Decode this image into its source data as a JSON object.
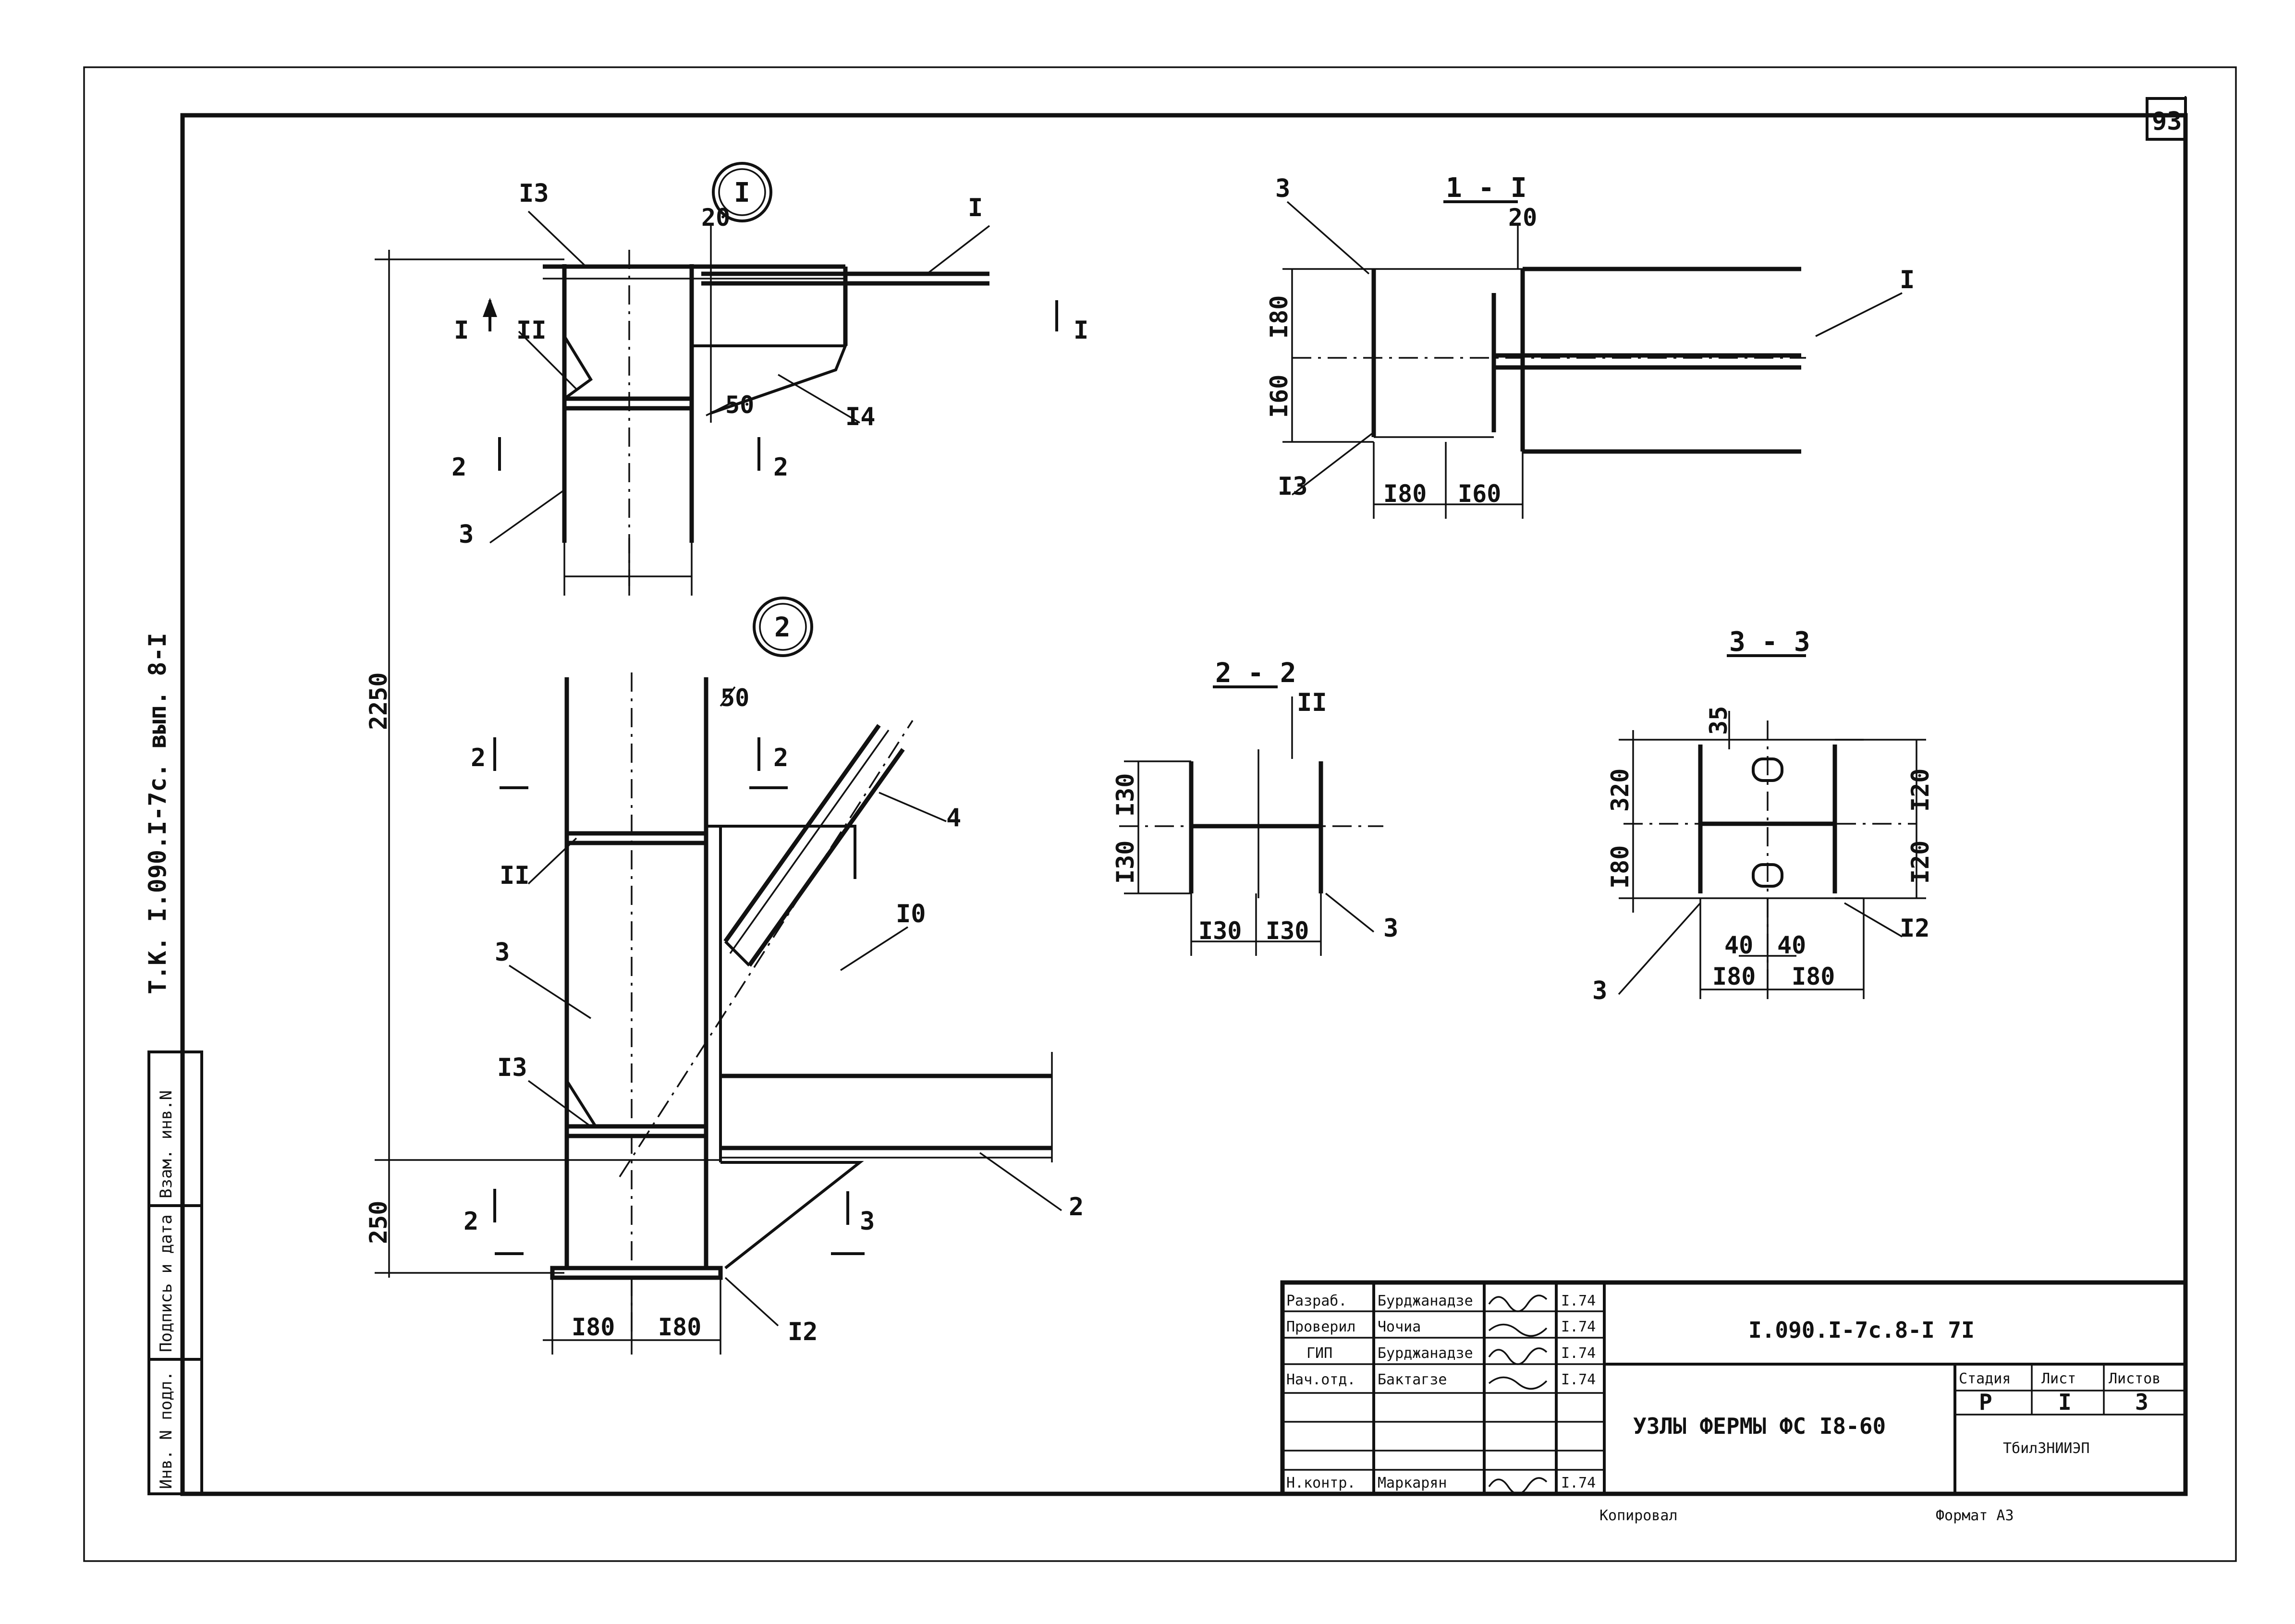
{
  "sheet": {
    "sheet_number": "93",
    "side_reference": "Т.К. I.090.I-7с.  вып. 8-I",
    "side_stamp": {
      "inv_no": "Инв. N подл.",
      "sign_date": "Подпись и дата",
      "replace_inv": "Взам. инв.N"
    },
    "footer_left": "Копировал",
    "footer_right": "Формат А3"
  },
  "views": {
    "node1": {
      "badge": "I",
      "labels": [
        "I3",
        "20",
        "I",
        "I",
        "II",
        "I",
        "50",
        "I4",
        "2",
        "2",
        "3"
      ],
      "dims": [
        "2250",
        "250"
      ]
    },
    "node2": {
      "badge": "2",
      "labels": [
        "50",
        "2",
        "2",
        "4",
        "II",
        "3",
        "I0",
        "I3",
        "2",
        "2",
        "3",
        "I2"
      ],
      "dims": [
        "I80",
        "I80"
      ]
    },
    "section_1_1": {
      "title": "1 - I",
      "labels": [
        "3",
        "20",
        "I",
        "I3"
      ],
      "dims": [
        "I80",
        "I60",
        "I80",
        "I60"
      ]
    },
    "section_2_2": {
      "title": "2 - 2",
      "labels": [
        "II",
        "3"
      ],
      "dims": [
        "I30",
        "I30",
        "I30",
        "I30"
      ]
    },
    "section_3_3": {
      "title": "3 - 3",
      "labels": [
        "35",
        "3",
        "I2"
      ],
      "dims": [
        "320",
        "I80",
        "I20",
        "I20",
        "40",
        "40",
        "I80",
        "I80"
      ]
    }
  },
  "title_block": {
    "rows": [
      {
        "role": "Разраб.",
        "name": "Бурджанадзе",
        "date": "I.74"
      },
      {
        "role": "Проверил",
        "name": "Чочиа",
        "date": "I.74"
      },
      {
        "role": "ГИП",
        "name": "Бурджанадзе",
        "date": "I.74"
      },
      {
        "role": "Нач.отд.",
        "name": "Бактагзе",
        "date": "I.74"
      },
      {
        "role": "",
        "name": "",
        "date": ""
      },
      {
        "role": "",
        "name": "",
        "date": ""
      },
      {
        "role": "Н.контр.",
        "name": "Маркарян",
        "date": "I.74"
      }
    ],
    "doc_code": "I.090.I-7с.8-I 7I",
    "doc_title": "УЗЛЫ ФЕРМЫ ФС I8-60",
    "headers": {
      "stage": "Стадия",
      "sheet": "Лист",
      "sheets": "Листов"
    },
    "values": {
      "stage": "Р",
      "sheet": "I",
      "sheets": "3"
    },
    "org": "ТбилЗНИИЭП"
  }
}
